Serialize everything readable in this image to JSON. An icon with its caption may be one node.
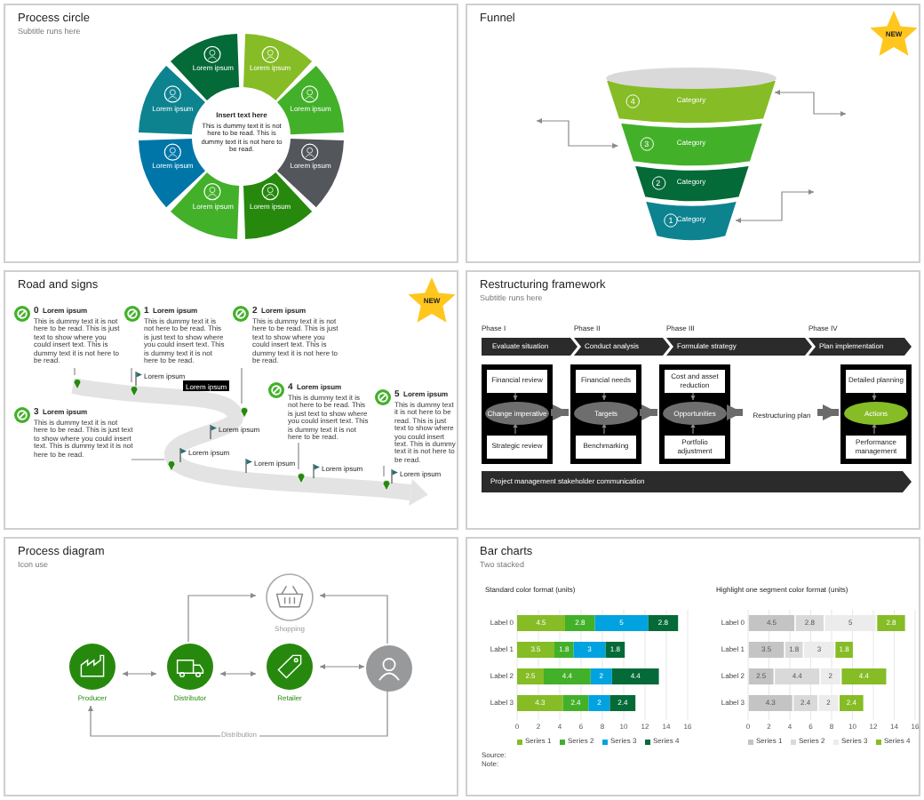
{
  "diagram": {
    "nodes": [
      {
        "text": [
          "Process circle",
          "Subtitle runs here"
        ]
      },
      {
        "text": [
          "Lorem ipsum"
        ],
        "in": 0
      },
      {
        "text": [
          "Lorem ipsum"
        ],
        "in": 0
      },
      {
        "text": [
          "Lorem ipsum"
        ],
        "in": 0
      },
      {
        "text": [
          "Lorem ipsum"
        ],
        "in": 0
      },
      {
        "text": [
          "Lorem ipsum"
        ],
        "in": 0
      },
      {
        "text": [
          "Lorem ipsum"
        ],
        "in": 0
      },
      {
        "text": [
          "Lorem ipsum"
        ],
        "in": 0
      },
      {
        "text": [
          "Lorem ipsum"
        ],
        "in": 0
      },
      {
        "text": [
          "Insert text here",
          "This is dummy text it is not here to be read. This is dummy text it is not here to be read."
        ],
        "in": 0
      },
      {
        "text": [
          "Funnel"
        ]
      },
      {
        "text": [
          "NEW"
        ],
        "in": 10
      },
      {
        "text": [
          "4",
          "Category"
        ],
        "in": 10
      },
      {
        "text": [
          "3",
          "Category"
        ],
        "in": 10
      },
      {
        "text": [
          "2",
          "Category"
        ],
        "in": 10
      },
      {
        "text": [
          "1",
          "Category"
        ],
        "in": 10
      },
      {
        "text": [
          "Road and signs"
        ]
      },
      {
        "text": [
          "NEW"
        ],
        "in": 16
      },
      {
        "text": [
          "0",
          "Lorem ipsum",
          "This is dummy text it is not here to be read. This is just text to show where you could insert text. This is dummy text it is not here to be read."
        ],
        "in": 16
      },
      {
        "text": [
          "1",
          "Lorem ipsum",
          "This is dummy text it is not here to be read. This is just text to show where you could insert text. This is dummy text it is not here to be read."
        ],
        "in": 16
      },
      {
        "text": [
          "2",
          "Lorem ipsum",
          "This is dummy text it is not here to be read. This is just text to show where you could insert text. This is dummy text it is not here to be read."
        ],
        "in": 16
      },
      {
        "text": [
          "3",
          "Lorem ipsum",
          "This is dummy text it is not here to be read. This is just text to show where you could insert text. This is dummy text it is not here to be read."
        ],
        "in": 16
      },
      {
        "text": [
          "4",
          "Lorem ipsum",
          "This is dummy text it is not here to be read. This is just text to show where you could insert text. This is dummy text it is not here to be read."
        ],
        "in": 16
      },
      {
        "text": [
          "5",
          "Lorem ipsum",
          "This is dummy text it is not here to be read. This is just text to show where you could insert text. This is dummy text it is not here to be read."
        ],
        "in": 16
      },
      {
        "text": [],
        "shape": "pin",
        "in": 16
      },
      {
        "text": [],
        "shape": "pin",
        "in": 16
      },
      {
        "text": [],
        "shape": "pin",
        "in": 16
      },
      {
        "text": [],
        "shape": "pin",
        "in": 16
      },
      {
        "text": [],
        "shape": "pin",
        "in": 16
      },
      {
        "text": [],
        "shape": "pin",
        "in": 16
      },
      {
        "text": [
          "Restructuring framework",
          "Subtitle runs here"
        ]
      },
      {
        "text": [
          "Evaluate situation"
        ],
        "beside": [
          "Phase I"
        ],
        "in": 30
      },
      {
        "text": [
          "Conduct analysis"
        ],
        "beside": [
          "Phase II"
        ],
        "in": 30
      },
      {
        "text": [
          "Formulate strategy"
        ],
        "beside": [
          "Phase III"
        ],
        "in": 30
      },
      {
        "text": [
          "Plan implementation"
        ],
        "beside": [
          "Phase IV"
        ],
        "in": 30
      },
      {
        "text": [],
        "shape": "box",
        "in": 30
      },
      {
        "text": [
          "Financial review"
        ],
        "in": 35
      },
      {
        "text": [
          "Change imperative"
        ],
        "in": 35
      },
      {
        "text": [
          "Strategic review"
        ],
        "in": 35
      },
      {
        "text": [],
        "shape": "box",
        "in": 30
      },
      {
        "text": [
          "Financial needs"
        ],
        "in": 39
      },
      {
        "text": [
          "Targets"
        ],
        "in": 39
      },
      {
        "text": [
          "Benchmarking"
        ],
        "in": 39
      },
      {
        "text": [],
        "shape": "box",
        "in": 30
      },
      {
        "text": [
          "Cost and asset reduction"
        ],
        "in": 43
      },
      {
        "text": [
          "Opportunities"
        ],
        "in": 43
      },
      {
        "text": [
          "Portfolio adjustment"
        ],
        "in": 43
      },
      {
        "text": [
          "Restructuring plan"
        ],
        "in": 30
      },
      {
        "text": [],
        "shape": "box",
        "in": 30
      },
      {
        "text": [
          "Detailed planning"
        ],
        "in": 48
      },
      {
        "text": [
          "Actions"
        ],
        "in": 48
      },
      {
        "text": [
          "Performance management"
        ],
        "in": 48
      },
      {
        "text": [
          "Project management stakeholder communication"
        ],
        "in": 30
      },
      {
        "text": [
          "Process diagram",
          "Icon use"
        ]
      },
      {
        "text": [
          "Producer"
        ],
        "in": 53
      },
      {
        "text": [
          "Distributor"
        ],
        "in": 53
      },
      {
        "text": [
          "Retailer"
        ],
        "in": 53
      },
      {
        "text": [],
        "shape": "person",
        "in": 53
      },
      {
        "text": [
          "Shopping"
        ],
        "in": 53
      },
      {
        "text": [
          "Bar charts",
          "Two stacked"
        ]
      }
    ],
    "edges": [
      {
        "from": 12,
        "to": null,
        "arrow": "both"
      },
      {
        "from": null,
        "to": 13,
        "arrow": "both"
      },
      {
        "from": 15,
        "to": null,
        "arrow": "both"
      },
      {
        "from": 18,
        "to": 24,
        "arrow": "none"
      },
      {
        "from": 19,
        "to": 25,
        "arrow": "none"
      },
      {
        "from": 20,
        "to": 26,
        "arrow": "none"
      },
      {
        "from": 21,
        "to": 27,
        "arrow": "none"
      },
      {
        "from": 22,
        "to": 28,
        "arrow": "none"
      },
      {
        "from": 23,
        "to": 29,
        "arrow": "none"
      },
      {
        "from": 35,
        "to": 39,
        "arrow": "to",
        "style": "thick"
      },
      {
        "from": 39,
        "to": 43,
        "arrow": "to",
        "style": "thick"
      },
      {
        "from": 43,
        "to": 47,
        "arrow": "to",
        "style": "thick"
      },
      {
        "from": 47,
        "to": 48,
        "arrow": "to",
        "style": "thick"
      },
      {
        "from": 36,
        "to": 37,
        "arrow": "to"
      },
      {
        "from": 38,
        "to": 37,
        "arrow": "to"
      },
      {
        "from": 40,
        "to": 41,
        "arrow": "to"
      },
      {
        "from": 42,
        "to": 41,
        "arrow": "to"
      },
      {
        "from": 44,
        "to": 45,
        "arrow": "to"
      },
      {
        "from": 46,
        "to": 45,
        "arrow": "to"
      },
      {
        "from": 49,
        "to": 50,
        "arrow": "to"
      },
      {
        "from": 51,
        "to": 50,
        "arrow": "to"
      },
      {
        "from": 54,
        "to": 55,
        "arrow": "both"
      },
      {
        "from": 55,
        "to": 56,
        "arrow": "both"
      },
      {
        "from": 56,
        "to": 57,
        "arrow": "both"
      },
      {
        "from": 55,
        "to": 58,
        "arrow": "to"
      },
      {
        "from": 57,
        "to": 58,
        "arrow": "to"
      },
      {
        "from": 57,
        "to": 54,
        "arrow": "to",
        "label": "Distribution"
      }
    ],
    "labels": [
      "Lorem ipsum",
      "Lorem ipsum",
      "Lorem ipsum",
      "Lorem ipsum",
      "Lorem ipsum",
      "Lorem ipsum",
      "Lorem ipsum",
      "Highlight one segment color format (units)",
      "Label 0",
      "Label 1",
      "Label 2",
      "Label 3",
      "4.5",
      "2.8",
      "5",
      "2.8",
      "3.5",
      "1.8",
      "3",
      "1.8",
      "2.5",
      "4.4",
      "2",
      "4.4",
      "4.3",
      "2.4",
      "2",
      "2.4",
      "0",
      "2",
      "4",
      "6",
      "8",
      "10",
      "12",
      "14",
      "16",
      "Source:",
      "Note:"
    ],
    "legend": [
      {
        "text": "Series 1",
        "color": "#c4c4c4"
      },
      {
        "text": "Series 2",
        "color": "#d9d9d9"
      },
      {
        "text": "Series 3",
        "color": "#ececec"
      },
      {
        "text": "Series 4",
        "color": "#86bc25"
      }
    ],
    "chart_data": {
      "type": "bar",
      "orientation": "horizontal",
      "stacked": true,
      "title": "Standard color format (units)",
      "categories": [
        "Label 0",
        "Label 1",
        "Label 2",
        "Label 3"
      ],
      "series": [
        {
          "name": "Series 1",
          "color": "#86bc25",
          "values": [
            4.5,
            3.5,
            2.5,
            4.3
          ]
        },
        {
          "name": "Series 2",
          "color": "#43b02a",
          "values": [
            2.8,
            1.8,
            4.4,
            2.4
          ]
        },
        {
          "name": "Series 3",
          "color": "#00a3e0",
          "values": [
            5,
            3,
            2,
            2
          ]
        },
        {
          "name": "Series 4",
          "color": "#046a38",
          "values": [
            2.8,
            1.8,
            4.4,
            2.4
          ]
        }
      ],
      "xlim": [
        0,
        16
      ],
      "xticks": [
        0,
        2,
        4,
        6,
        8,
        10,
        12,
        14,
        16
      ],
      "data_labels": true,
      "grid": true,
      "legend": "bottom"
    }
  }
}
